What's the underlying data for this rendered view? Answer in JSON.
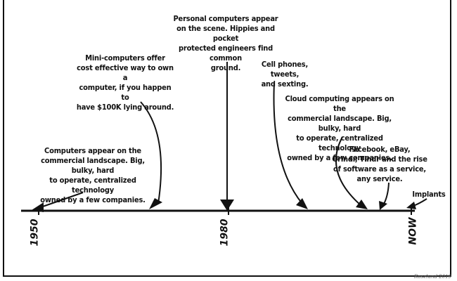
{
  "timeline": {
    "start_label": "1950",
    "mid_label": "1980",
    "end_label": "NOW"
  },
  "events": [
    {
      "text": "Computers appear on the\ncommercial landscape. Big, bulky, hard\nto operate, centralized technology\nowned by a few companies."
    },
    {
      "text": "Mini-computers offer\ncost effective way to own a\ncomputer, if you happen to\nhave $100K lying around."
    },
    {
      "text": "Personal computers appear\non the scene. Hippies and pocket\nprotected engineers find common\nground."
    },
    {
      "text": "Cell phones, tweets,\nand sexting."
    },
    {
      "text": "Cloud computing appears on the\ncommercial landscape. Big, bulky, hard\nto operate, centralized technology\nowned by a few companies."
    },
    {
      "text": "Facebook, eBay,\nGrindr, Tindr and the rise\nof software as a service,\nany service."
    },
    {
      "text": "Implants"
    }
  ],
  "signature": "Roselund 2019"
}
